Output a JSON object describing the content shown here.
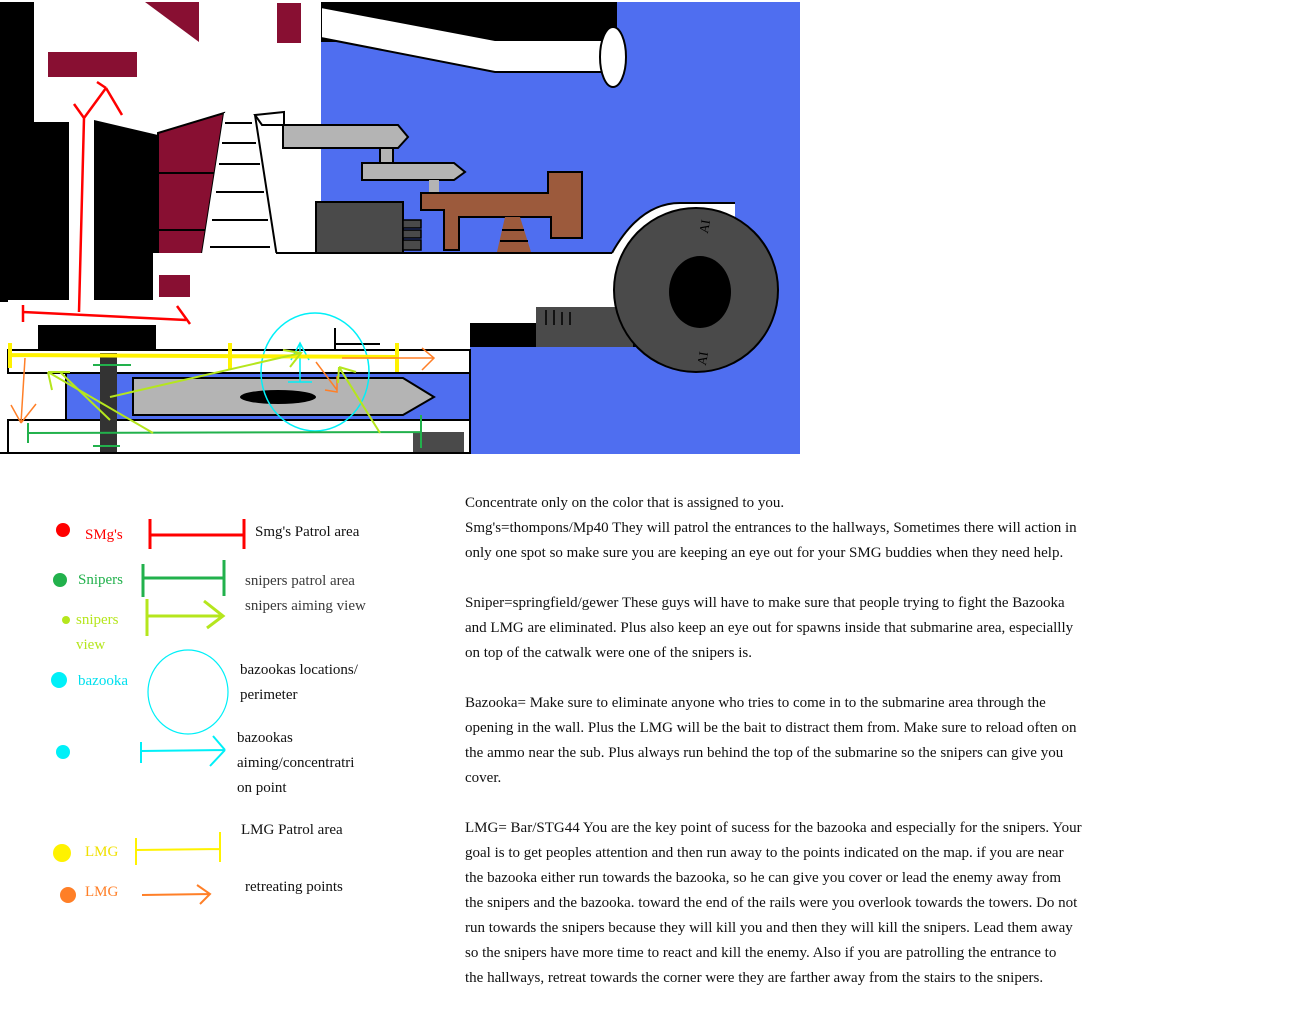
{
  "colors": {
    "smg": "#ff0000",
    "sniper": "#22b14c",
    "sniper_view": "#b5e61d",
    "bazooka": "#00f0f8",
    "lmg": "#fff200",
    "lmg_retreat": "#ff7f27",
    "water": "#4f6ef0",
    "maroon": "#880f32",
    "brown": "#9c5a3c"
  },
  "legend": {
    "smg": {
      "name": "SMg's",
      "line_label": "Smg's Patrol area"
    },
    "snipers": {
      "name": "Snipers",
      "patrol_label": "snipers patrol area",
      "aim_label": "snipers aiming view"
    },
    "sniper_view": {
      "name_line1": "snipers",
      "name_line2": "view"
    },
    "bazooka": {
      "name": "bazooka",
      "circle_label_line1": "bazookas locations/",
      "circle_label_line2": "perimeter"
    },
    "bazooka_aim": {
      "label_line1": "bazookas",
      "label_line2": "aiming/concentratri",
      "label_line3": "on point"
    },
    "lmg_patrol": {
      "name": "LMG",
      "label": "LMG Patrol area"
    },
    "lmg_retreat": {
      "name": "LMG",
      "label": "retreating points"
    }
  },
  "instructions": {
    "lines": [
      "Concentrate only on the color that is assigned to you.",
      "Smg's=thompons/Mp40  They will patrol the entrances to the hallways, Sometimes there will action in",
      "only one spot so make sure you are keeping an eye out for your SMG buddies when they need help.",
      "Sniper=springfield/gewer  These guys will have to make sure that people trying to fight the Bazooka",
      "and LMG are eliminated.  Plus also keep an eye out for spawns inside that submarine area, especiallly",
      "on top of the catwalk were one of the snipers is.",
      "Bazooka= Make sure to eliminate anyone who tries to come in to the submarine area through the",
      "opening in the wall.  Plus the LMG will be the bait to distract them from.  Make sure to reload often on",
      "the ammo near the sub.  Plus always run behind the top of the submarine so the snipers can give you",
      "cover.",
      "LMG= Bar/STG44  You are the key point of sucess for the bazooka and especially for the snipers.  Your",
      "goal is to get peoples attention and then run away to the points indicated on the map. if you are near",
      "the bazooka either run towards the bazooka, so he can give you cover or lead the enemy away from",
      "the snipers and the bazooka. toward the end of the rails were you overlook towards the towers.  Do not",
      "run towards the snipers because they will kill you and then they will kill the snipers.  Lead them away",
      "so the snipers have more time to react and kill the enemy.  Also if you are patrolling the entrance to",
      "the hallways, retreat towards the corner were they are farther away from the stairs to the snipers."
    ]
  }
}
